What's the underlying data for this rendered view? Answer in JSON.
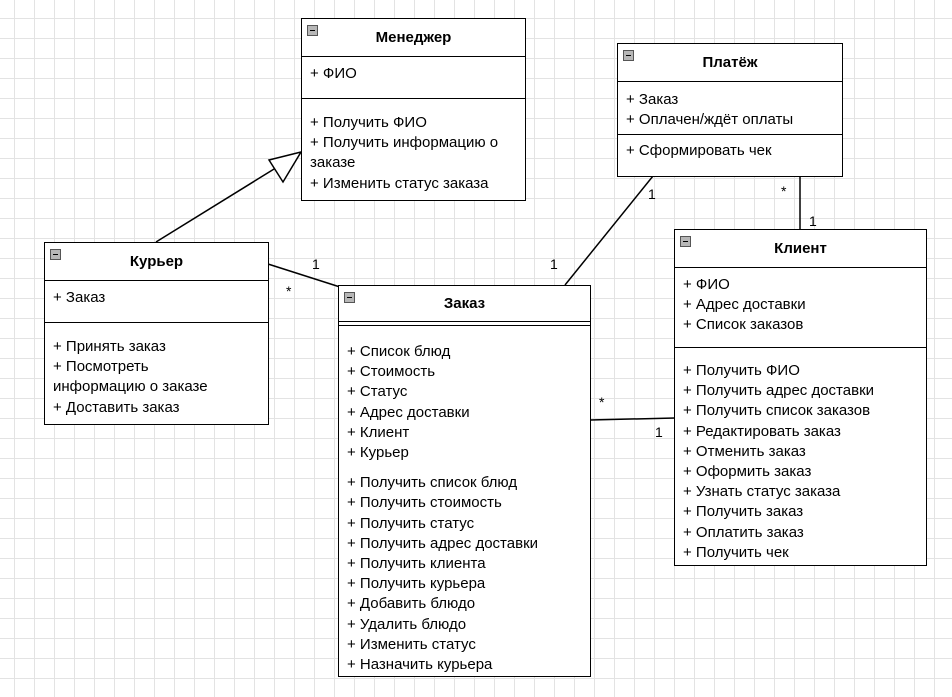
{
  "classes": {
    "manager": {
      "name": "Менеджер",
      "attributes": [
        "+ ФИО"
      ],
      "methods": [
        "+ Получить ФИО",
        "+ Получить информацию о заказе",
        "+ Изменить статус заказа"
      ]
    },
    "payment": {
      "name": "Платёж",
      "attributes": [
        "+ Заказ",
        "+ Оплачен/ждёт оплаты"
      ],
      "methods": [
        "+ Сформировать чек"
      ]
    },
    "courier": {
      "name": "Курьер",
      "attributes": [
        "+ Заказ"
      ],
      "methods": [
        "+ Принять заказ",
        "+ Посмотреть информацию о заказе",
        "+ Доставить заказ"
      ]
    },
    "order": {
      "name": "Заказ",
      "attributes": [
        "+ Список блюд",
        "+ Стоимость",
        "+ Статус",
        "+ Адрес доставки",
        "+ Клиент",
        "+ Курьер"
      ],
      "methods": [
        "+ Получить список блюд",
        "+ Получить стоимость",
        "+ Получить статус",
        "+ Получить адрес доставки",
        "+ Получить клиента",
        "+ Получить курьера",
        "+ Добавить блюдо",
        "+ Удалить блюдо",
        "+ Изменить статус",
        "+ Назначить курьера"
      ]
    },
    "client": {
      "name": "Клиент",
      "attributes": [
        "+ ФИО",
        "+ Адрес доставки",
        "+ Список заказов"
      ],
      "methods": [
        "+ Получить ФИО",
        "+ Получить адрес доставки",
        "+ Получить список заказов",
        "+ Редактировать заказ",
        "+ Отменить заказ",
        "+ Оформить заказ",
        "+ Узнать статус заказа",
        "+ Получить заказ",
        "+ Оплатить заказ",
        "+ Получить чек"
      ]
    }
  },
  "multiplicities": {
    "courier_order_courier_end": "*",
    "courier_order_order_end": "1",
    "payment_order_payment_end": "1",
    "payment_order_order_end": "1",
    "payment_client_payment_end": "*",
    "payment_client_client_end": "1",
    "order_client_order_end": "*",
    "order_client_client_end": "1"
  }
}
